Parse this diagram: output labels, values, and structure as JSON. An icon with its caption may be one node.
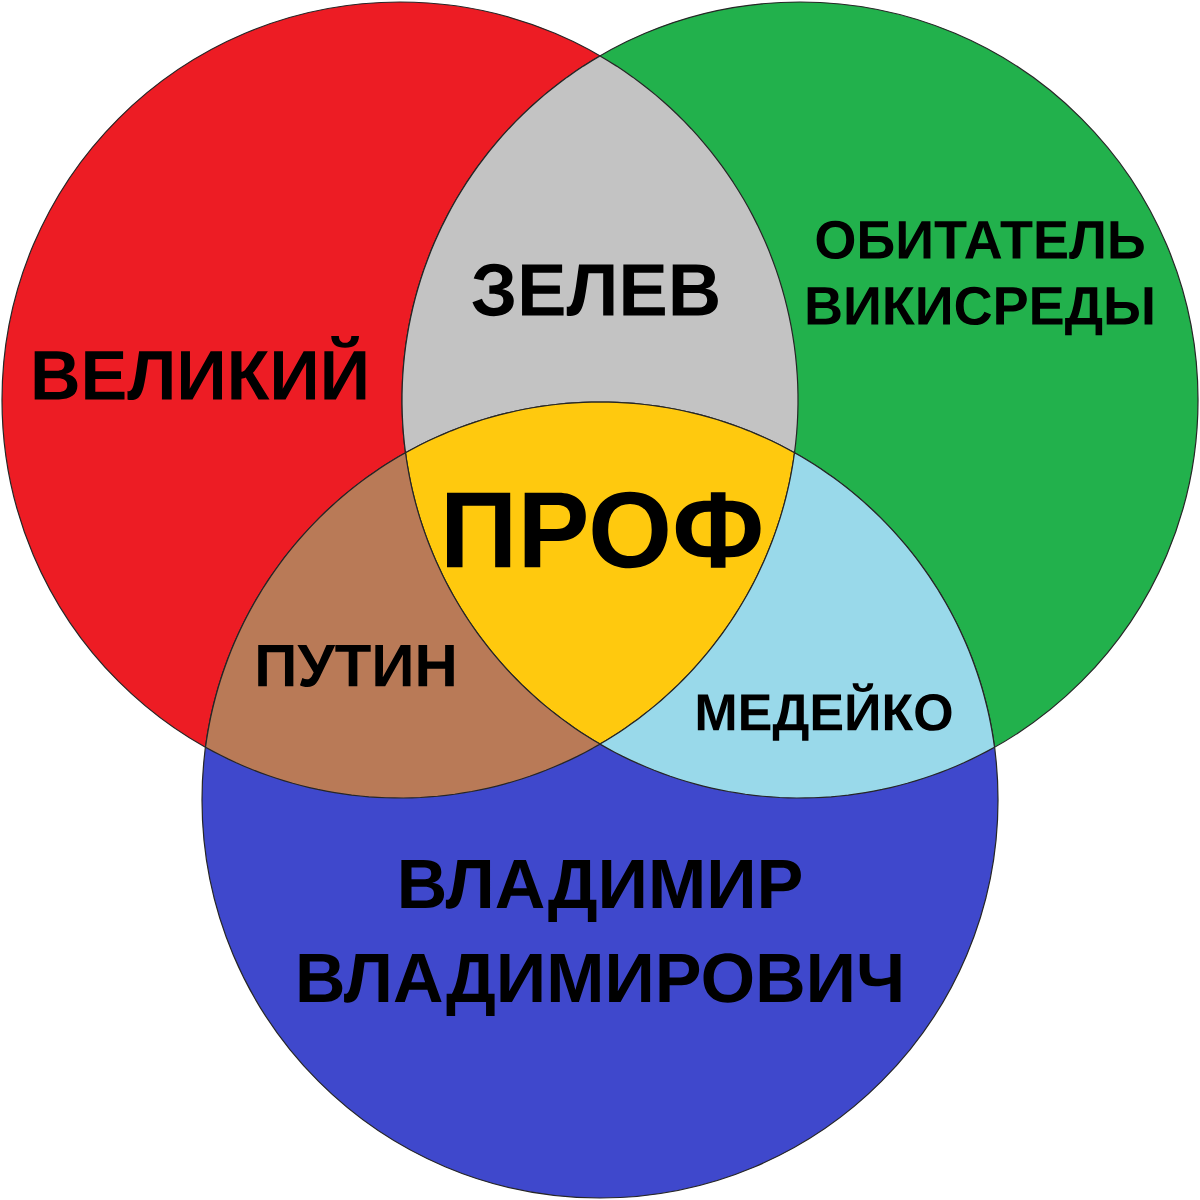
{
  "diagram": {
    "nodes": [
      {
        "text": [
          "ВЕЛИКИЙ"
        ]
      },
      {
        "text": [
          "ОБИТАТЕЛЬ ВИКИСРЕДЫ"
        ]
      },
      {
        "text": [
          "ВЛАДИМИР ВЛАДИМИРОВИЧ"
        ]
      },
      {
        "text": [
          "ЗЕЛЕВ"
        ]
      },
      {
        "text": [
          "ПРОФ"
        ]
      },
      {
        "text": [
          "ПУТИН"
        ]
      },
      {
        "text": [
          "МЕДЕЙКО"
        ]
      }
    ]
  }
}
